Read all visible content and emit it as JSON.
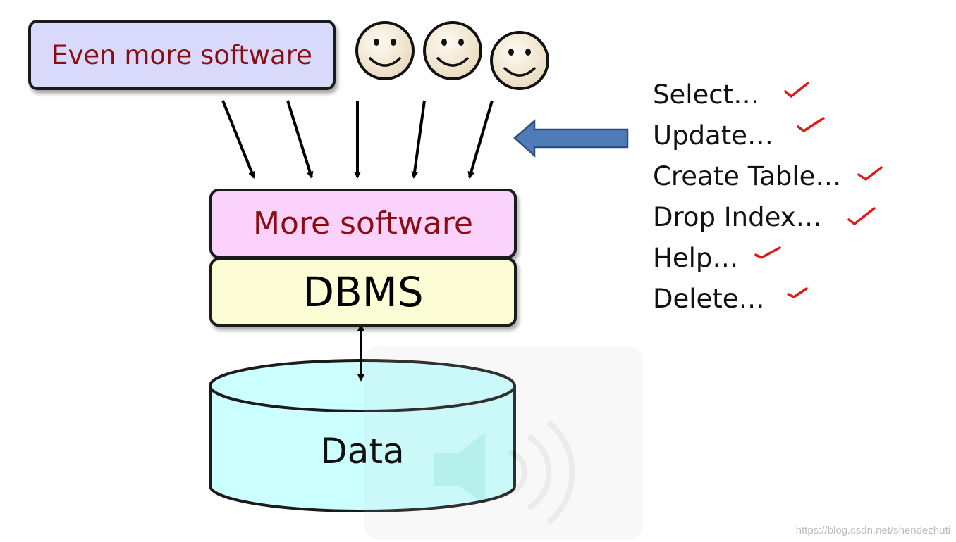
{
  "layers": {
    "even_more_software": "Even more software",
    "more_software": "More software",
    "dbms": "DBMS",
    "data": "Data"
  },
  "commands": [
    "Select…",
    "Update…",
    "Create Table…",
    "Drop Index…",
    "Help…",
    "Delete…"
  ],
  "icons": {
    "user": "smiley-face-icon",
    "check": "red-checkmark-icon",
    "speaker": "speaker-icon",
    "input_arrow": "blue-left-arrow-icon"
  },
  "colors": {
    "even_more_fill": "#d9d9fb",
    "more_fill": "#fbd2fb",
    "dbms_fill": "#fdfdd5",
    "data_fill": "#ccffff",
    "label_text": "#8b0d12",
    "arrow_blue": "#4f7cb8",
    "check_red": "#e01818"
  },
  "watermark": "https://blog.csdn.net/shendezhuti"
}
